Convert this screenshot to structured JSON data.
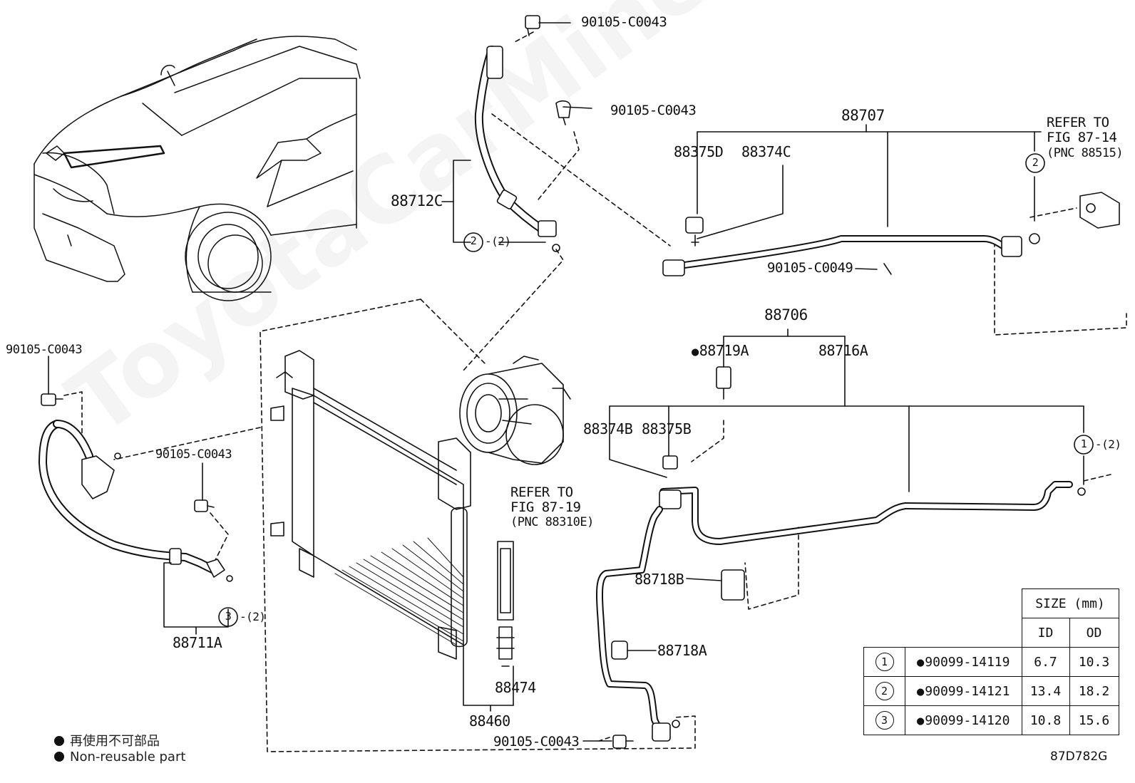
{
  "watermark": "ToyotaCarMine.ru",
  "labels": {
    "hose_bolt_top": "90105-C0043",
    "bolt_upper_right": "90105-C0043",
    "hose_88712c": "88712C",
    "callout_2_left": "-(2)",
    "line_88707": "88707",
    "refer_fig_87_14_line1": "REFER TO",
    "refer_fig_87_14_line2": "FIG 87-14",
    "refer_fig_87_14_line3": "(PNC 88515)",
    "cap_88375d": "88375D",
    "core_88374c": "88374C",
    "bolt_c0049": "90105-C0049",
    "tube_88706": "88706",
    "switch_88719a": "88719A",
    "tube_88716a": "88716A",
    "core_88374b": "88374B",
    "cap_88375b": "88375B",
    "callout_1": "-(2)",
    "refer_fig_87_19_line1": "REFER TO",
    "refer_fig_87_19_line2": "FIG 87-19",
    "refer_fig_87_19_line3": "(PNC 88310E)",
    "bolt_left_top": "90105-C0043",
    "bolt_left_mid": "90105-C0043",
    "callout_3": "-(2)",
    "hose_88711a": "88711A",
    "clamp_88718b": "88718B",
    "clamp_88718a": "88718A",
    "dryer_88474": "88474",
    "condenser_88460": "88460",
    "bolt_bottom": "90105-C0043",
    "circle_1": "1",
    "circle_2a": "2",
    "circle_2b": "2",
    "circle_3": "3"
  },
  "legend": {
    "japanese": "再使用不可部品",
    "english": "Non-reusable part"
  },
  "figure_code": "87D782G",
  "size_table": {
    "header": "SIZE (mm)",
    "col_id": "ID",
    "col_od": "OD",
    "rows": [
      {
        "ref": "1",
        "part": "90099-14119",
        "id": "6.7",
        "od": "10.3"
      },
      {
        "ref": "2",
        "part": "90099-14121",
        "id": "13.4",
        "od": "18.2"
      },
      {
        "ref": "3",
        "part": "90099-14120",
        "id": "10.8",
        "od": "15.6"
      }
    ]
  }
}
